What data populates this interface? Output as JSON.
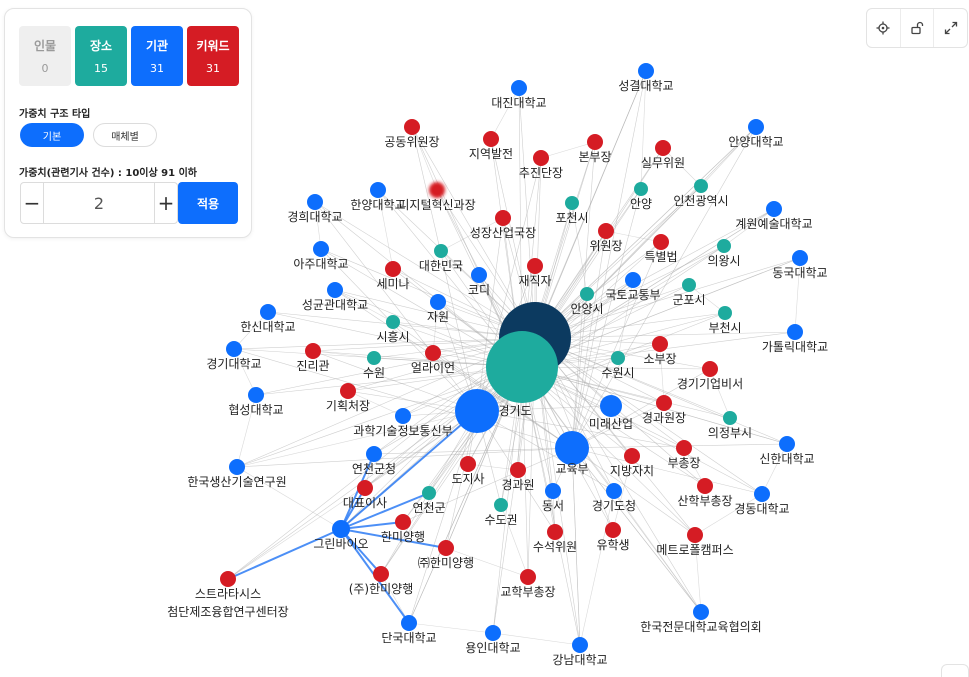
{
  "categories": [
    {
      "label": "인물",
      "count": "0"
    },
    {
      "label": "장소",
      "count": "15"
    },
    {
      "label": "기관",
      "count": "31"
    },
    {
      "label": "키워드",
      "count": "31"
    }
  ],
  "weight_type_label": "가중치 구조 타입",
  "weight_types": [
    "기본",
    "매체별"
  ],
  "weight_range_label": "가중치(관련기사 건수) : 10이상 91 이하",
  "stepper": {
    "minus": "−",
    "value": "2",
    "plus": "+"
  },
  "apply_label": "적용",
  "toolbar_icons": [
    "crosshair-icon",
    "unlock-icon",
    "expand-icon"
  ],
  "colors": {
    "place": "#1eab9e",
    "org": "#0d6efd",
    "keyword": "#d51c24",
    "hub_dark": "#0c3a60",
    "highlight_edge": "#2d7bf4"
  },
  "nodes": [
    {
      "id": "n0",
      "label": "",
      "type": "dark"
    },
    {
      "id": "n1",
      "label": "",
      "type": "place"
    },
    {
      "id": "n2",
      "label": "경기도",
      "type": "org"
    },
    {
      "id": "n3",
      "label": "교육부",
      "type": "org"
    },
    {
      "id": "n4",
      "label": "미래산업",
      "type": "org"
    },
    {
      "id": "n5",
      "label": "대진대학교",
      "type": "org"
    },
    {
      "id": "n6",
      "label": "성결대학교",
      "type": "org"
    },
    {
      "id": "n7",
      "label": "공동위원장",
      "type": "keyword"
    },
    {
      "id": "n8",
      "label": "지역발전",
      "type": "keyword"
    },
    {
      "id": "n9",
      "label": "본부장",
      "type": "keyword"
    },
    {
      "id": "n10",
      "label": "추진단장",
      "type": "keyword"
    },
    {
      "id": "n11",
      "label": "실무위원",
      "type": "keyword"
    },
    {
      "id": "n12",
      "label": "안양대학교",
      "type": "org"
    },
    {
      "id": "n13",
      "label": "경희대학교",
      "type": "org"
    },
    {
      "id": "n14",
      "label": "한양대학교",
      "type": "org"
    },
    {
      "id": "n15",
      "label": "디지털혁신과장",
      "type": "keyword"
    },
    {
      "id": "n16",
      "label": "성장산업국장",
      "type": "keyword"
    },
    {
      "id": "n17",
      "label": "포천시",
      "type": "place"
    },
    {
      "id": "n18",
      "label": "안양",
      "type": "place"
    },
    {
      "id": "n19",
      "label": "인천광역시",
      "type": "place"
    },
    {
      "id": "n20",
      "label": "계원예술대학교",
      "type": "org"
    },
    {
      "id": "n21",
      "label": "위원장",
      "type": "keyword"
    },
    {
      "id": "n22",
      "label": "아주대학교",
      "type": "org"
    },
    {
      "id": "n23",
      "label": "대한민국",
      "type": "place"
    },
    {
      "id": "n24",
      "label": "특별법",
      "type": "keyword"
    },
    {
      "id": "n25",
      "label": "의왕시",
      "type": "place"
    },
    {
      "id": "n26",
      "label": "세미나",
      "type": "keyword"
    },
    {
      "id": "n27",
      "label": "코디",
      "type": "org"
    },
    {
      "id": "n28",
      "label": "재직자",
      "type": "keyword"
    },
    {
      "id": "n29",
      "label": "동국대학교",
      "type": "org"
    },
    {
      "id": "n30",
      "label": "성균관대학교",
      "type": "org"
    },
    {
      "id": "n31",
      "label": "국토교통부",
      "type": "org"
    },
    {
      "id": "n32",
      "label": "군포시",
      "type": "place"
    },
    {
      "id": "n33",
      "label": "안양시",
      "type": "place"
    },
    {
      "id": "n34",
      "label": "자원",
      "type": "org"
    },
    {
      "id": "n35",
      "label": "한신대학교",
      "type": "org"
    },
    {
      "id": "n36",
      "label": "시흥시",
      "type": "place"
    },
    {
      "id": "n37",
      "label": "부천시",
      "type": "place"
    },
    {
      "id": "n38",
      "label": "가톨릭대학교",
      "type": "org"
    },
    {
      "id": "n39",
      "label": "경기대학교",
      "type": "org"
    },
    {
      "id": "n40",
      "label": "진리관",
      "type": "keyword"
    },
    {
      "id": "n41",
      "label": "수원",
      "type": "place"
    },
    {
      "id": "n42",
      "label": "얼라이언",
      "type": "keyword"
    },
    {
      "id": "n43",
      "label": "소부장",
      "type": "keyword"
    },
    {
      "id": "n44",
      "label": "수원시",
      "type": "place"
    },
    {
      "id": "n45",
      "label": "경기기업비서",
      "type": "keyword"
    },
    {
      "id": "n46",
      "label": "기획처장",
      "type": "keyword"
    },
    {
      "id": "n47",
      "label": "협성대학교",
      "type": "org"
    },
    {
      "id": "n48",
      "label": "경과원장",
      "type": "keyword"
    },
    {
      "id": "n49",
      "label": "과학기술정보통신부",
      "type": "org"
    },
    {
      "id": "n50",
      "label": "의정부시",
      "type": "place"
    },
    {
      "id": "n51",
      "label": "신한대학교",
      "type": "org"
    },
    {
      "id": "n52",
      "label": "부총장",
      "type": "keyword"
    },
    {
      "id": "n53",
      "label": "지방자치",
      "type": "keyword"
    },
    {
      "id": "n54",
      "label": "연천군청",
      "type": "org"
    },
    {
      "id": "n55",
      "label": "도지사",
      "type": "keyword"
    },
    {
      "id": "n56",
      "label": "경과원",
      "type": "keyword"
    },
    {
      "id": "n57",
      "label": "한국생산기술연구원",
      "type": "org"
    },
    {
      "id": "n58",
      "label": "대표이사",
      "type": "keyword"
    },
    {
      "id": "n59",
      "label": "연천군",
      "type": "place"
    },
    {
      "id": "n60",
      "label": "동서",
      "type": "org"
    },
    {
      "id": "n61",
      "label": "경기도청",
      "type": "org"
    },
    {
      "id": "n62",
      "label": "산학부총장",
      "type": "keyword"
    },
    {
      "id": "n63",
      "label": "경동대학교",
      "type": "org"
    },
    {
      "id": "n64",
      "label": "수도권",
      "type": "place"
    },
    {
      "id": "n65",
      "label": "그린바이오",
      "type": "org"
    },
    {
      "id": "n66",
      "label": "한미양행",
      "type": "keyword"
    },
    {
      "id": "n67",
      "label": "수석위원",
      "type": "keyword"
    },
    {
      "id": "n68",
      "label": "유학생",
      "type": "keyword"
    },
    {
      "id": "n69",
      "label": "메트로폴캠퍼스",
      "type": "keyword"
    },
    {
      "id": "n70",
      "label": "㈜한미양행",
      "type": "keyword"
    },
    {
      "id": "n71",
      "label": "스트라타시스",
      "type": "keyword"
    },
    {
      "id": "n72",
      "label": "첨단제조융합연구센터장",
      "type": "keyword"
    },
    {
      "id": "n73",
      "label": "(주)한미양행",
      "type": "keyword"
    },
    {
      "id": "n74",
      "label": "교학부총장",
      "type": "keyword"
    },
    {
      "id": "n75",
      "label": "한국전문대학교육협의회",
      "type": "org"
    },
    {
      "id": "n76",
      "label": "단국대학교",
      "type": "org"
    },
    {
      "id": "n77",
      "label": "용인대학교",
      "type": "org"
    },
    {
      "id": "n78",
      "label": "강남대학교",
      "type": "org"
    }
  ]
}
